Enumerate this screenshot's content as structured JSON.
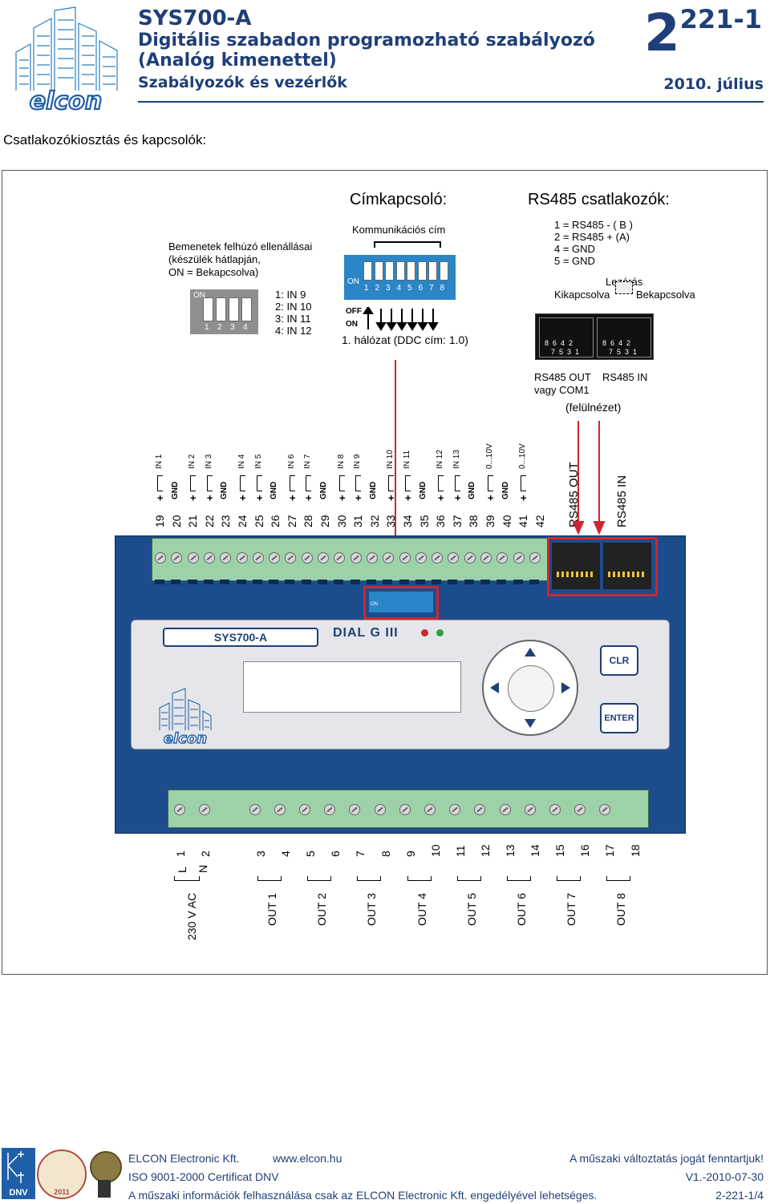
{
  "header": {
    "product": "SYS700-A",
    "title_line1": "Digitális szabadon programozható szabályozó",
    "title_line2": "(Analóg kimenettel)",
    "category": "Szabályozók és vezérlők",
    "doc_major": "2",
    "doc_minor": "221-1",
    "date": "2010. július",
    "logo_text": "elcon"
  },
  "section_title": "Csatlakozókiosztás és kapcsolók:",
  "address_switch": {
    "title": "Címkapcsoló:",
    "comm_label": "Kommunikációs cím",
    "on": "ON",
    "numbers": [
      "1",
      "2",
      "3",
      "4",
      "5",
      "6",
      "7",
      "8"
    ],
    "off_label": "OFF",
    "on_label": "ON",
    "network": "1. hálózat (DDC cím: 1.0)"
  },
  "pullup": {
    "line1": "Bemenetek felhúzó ellenállásai",
    "line2": "(készülék hátlapján,",
    "line3": "ON = Bekapcsolva)",
    "on": "ON",
    "numbers": [
      "1",
      "2",
      "3",
      "4"
    ],
    "map": [
      "1:  IN 9",
      "2:  IN 10",
      "3:  IN 11",
      "4:  IN 12"
    ]
  },
  "rs485": {
    "title": "RS485 csatlakozók:",
    "pins": [
      "1 = RS485 - ( B )",
      "2 = RS485 + (A)",
      "4 = GND",
      "5 = GND"
    ],
    "termination": "Lezárás",
    "off": "Kikapcsolva",
    "on": "Bekapcsolva",
    "jack_top": "8  6  4  2",
    "jack_bottom": "7  5  3  1",
    "out_label1": "RS485 OUT",
    "out_label2": "vagy COM1",
    "in_label": "RS485 IN",
    "view": "(felülnézet)"
  },
  "top_terminals": {
    "numbers": [
      "19",
      "20",
      "21",
      "22",
      "23",
      "24",
      "25",
      "26",
      "27",
      "28",
      "29",
      "30",
      "31",
      "32",
      "33",
      "34",
      "35",
      "36",
      "37",
      "38",
      "39",
      "40",
      "41",
      "42"
    ],
    "signs": [
      "+",
      "GND",
      "+",
      "+",
      "GND",
      "+",
      "+",
      "GND",
      "+",
      "+",
      "GND",
      "+",
      "+",
      "GND",
      "+",
      "+",
      "GND",
      "+",
      "+",
      "GND",
      "+",
      "GND",
      "+",
      ""
    ],
    "groups": [
      "IN 1",
      "IN 2",
      "IN 3",
      "IN 4",
      "IN 5",
      "IN 6",
      "IN 7",
      "IN 8",
      "IN 9",
      "IN 10",
      "IN 11",
      "IN 12",
      "IN 13",
      "0...10V",
      "0...10V"
    ],
    "rs_out": "RS485 OUT",
    "rs_in": "RS485 IN"
  },
  "device": {
    "model": "SYS700-A",
    "brand": "DIAL G III",
    "clr": "CLR",
    "enter": "ENTER",
    "dip_on": "ON"
  },
  "bottom_terminals": {
    "numbers": [
      "1",
      "2",
      "3",
      "4",
      "5",
      "6",
      "7",
      "8",
      "9",
      "10",
      "11",
      "12",
      "13",
      "14",
      "15",
      "16",
      "17",
      "18"
    ],
    "L": "L",
    "N": "N",
    "power": "230 V AC",
    "outputs": [
      "OUT 1",
      "OUT 2",
      "OUT 3",
      "OUT 4",
      "OUT 5",
      "OUT 6",
      "OUT 7",
      "OUT 8"
    ]
  },
  "footer": {
    "company": "ELCON Electronic Kft.",
    "web": "www.elcon.hu",
    "rights": "A műszaki változtatás jogát fenntartjuk!",
    "iso": "ISO 9001-2000 Certificat DNV",
    "version": "V1.-2010-07-30",
    "usage": "A műszaki információk felhasználása csak az ELCON Electronic Kft. engedélyével lehetséges.",
    "page": "2-221-1/4",
    "dnv": "DNV",
    "award_year": "2011"
  }
}
